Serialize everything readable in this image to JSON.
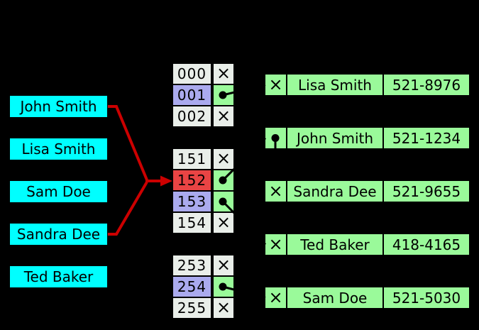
{
  "diagram": {
    "title": "hash-table-separate-chaining",
    "null_glyph": "×",
    "colors": {
      "background": "#000000",
      "key_fill": "#00ffff",
      "bucket_fill": "#e9eee9",
      "bucket_highlight_fill": "#aaaaee",
      "bucket_collision_fill": "#e94444",
      "pointer_cell_fill": "#9afa9a",
      "entry_fill": "#9afa9a",
      "arrow_red": "#cc0000",
      "connector_black": "#000000",
      "text": "#000000"
    },
    "keys": [
      {
        "label": "John Smith"
      },
      {
        "label": "Lisa Smith"
      },
      {
        "label": "Sam Doe"
      },
      {
        "label": "Sandra Dee"
      },
      {
        "label": "Ted Baker"
      }
    ],
    "buckets": [
      {
        "index": "000",
        "pointer": "null"
      },
      {
        "index": "001",
        "pointer": "link",
        "target": "Lisa Smith"
      },
      {
        "index": "002",
        "pointer": "null"
      },
      {
        "index": "151",
        "pointer": "null"
      },
      {
        "index": "152",
        "pointer": "link",
        "target": "John Smith"
      },
      {
        "index": "153",
        "pointer": "link",
        "target": "Ted Baker"
      },
      {
        "index": "154",
        "pointer": "null"
      },
      {
        "index": "253",
        "pointer": "null"
      },
      {
        "index": "254",
        "pointer": "link",
        "target": "Sam Doe"
      },
      {
        "index": "255",
        "pointer": "null"
      }
    ],
    "entries": [
      {
        "name": "Lisa Smith",
        "phone": "521-8976",
        "next": "null"
      },
      {
        "name": "John Smith",
        "phone": "521-1234",
        "next": "Sandra Dee"
      },
      {
        "name": "Sandra Dee",
        "phone": "521-9655",
        "next": "null"
      },
      {
        "name": "Ted Baker",
        "phone": "418-4165",
        "next": "null"
      },
      {
        "name": "Sam Doe",
        "phone": "521-5030",
        "next": "null"
      }
    ]
  }
}
